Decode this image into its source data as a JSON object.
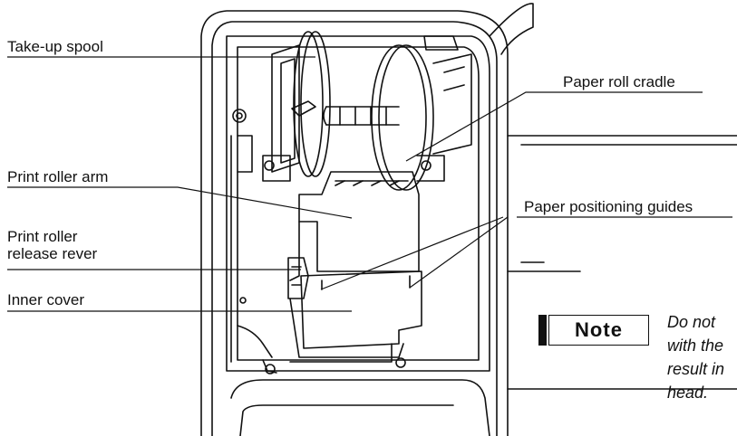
{
  "labels": {
    "take_up_spool": "Take-up spool",
    "paper_roll_cradle": "Paper roll cradle",
    "print_roller_arm": "Print roller arm",
    "paper_positioning_guides": "Paper positioning guides",
    "print_roller_release_line1": "Print roller",
    "print_roller_release_line2": "release rever",
    "inner_cover": "Inner cover"
  },
  "note": {
    "badge": "Note",
    "lines": [
      "Do not",
      "with the",
      "result in",
      "head."
    ]
  }
}
